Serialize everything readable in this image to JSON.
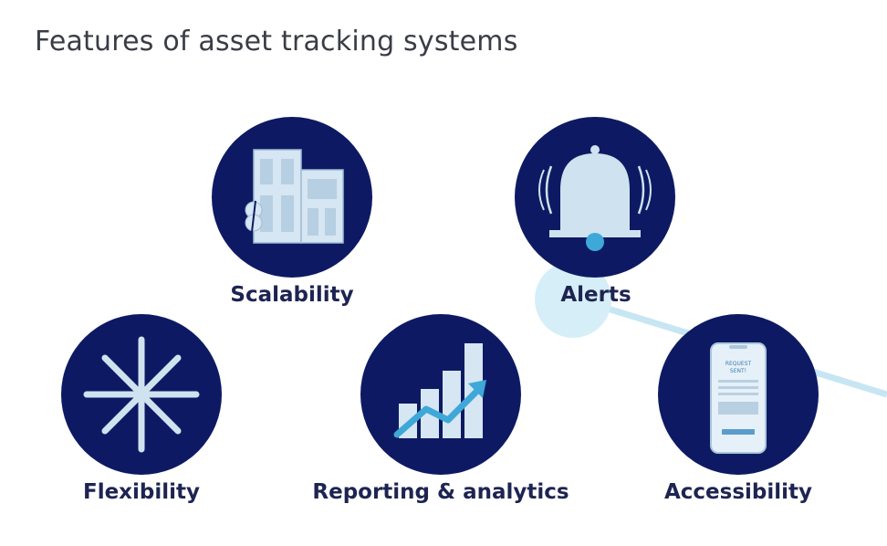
{
  "title": "Features of asset tracking systems",
  "features": [
    {
      "label": "Scalability",
      "icon": "buildings-icon"
    },
    {
      "label": "Alerts",
      "icon": "bell-icon"
    },
    {
      "label": "Flexibility",
      "icon": "asterisk-icon"
    },
    {
      "label": "Reporting & analytics",
      "icon": "bar-chart-icon"
    },
    {
      "label": "Accessibility",
      "icon": "smartphone-icon"
    }
  ],
  "phone_text": {
    "line1": "REQUEST",
    "line2": "SENT!"
  },
  "colors": {
    "circle": "#0d1a63",
    "icon_light": "#cfe2f0",
    "accent": "#3ea8d8",
    "connector": "#c7e6f3",
    "label": "#1e2452"
  }
}
